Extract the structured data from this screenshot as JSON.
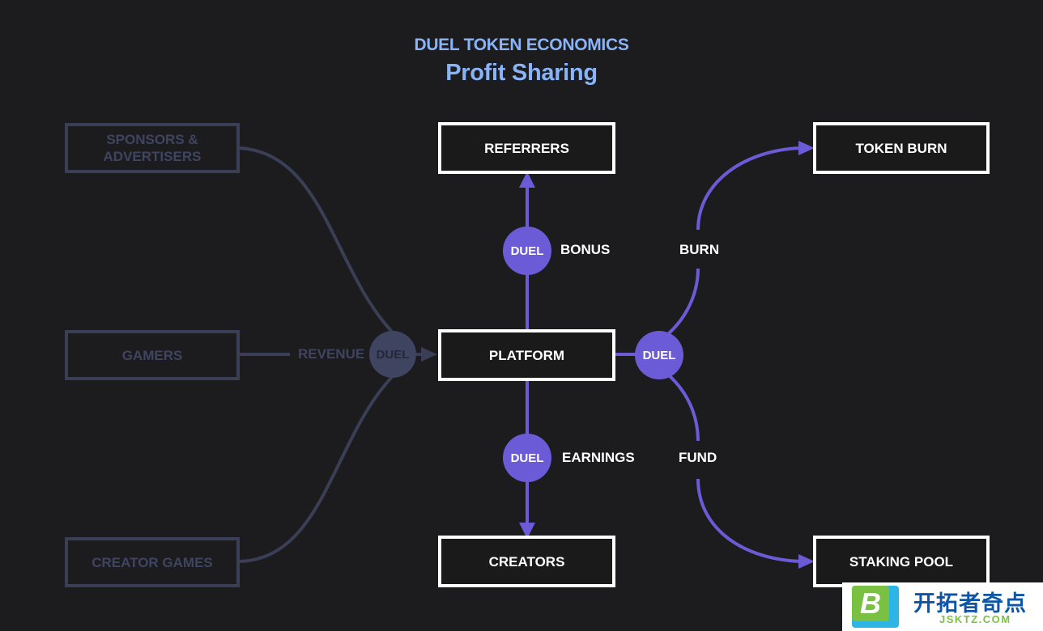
{
  "header": {
    "subtitle": "DUEL TOKEN ECONOMICS",
    "title": "Profit Sharing"
  },
  "sources": {
    "sponsors": "SPONSORS & ADVERTISERS",
    "gamers": "GAMERS",
    "creator_games": "CREATOR GAMES"
  },
  "nodes": {
    "referrers": "REFERRERS",
    "platform": "PLATFORM",
    "creators": "CREATORS",
    "token_burn": "TOKEN BURN",
    "staking_pool": "STAKING POOL"
  },
  "token_label": "DUEL",
  "flow_labels": {
    "revenue": "REVENUE",
    "bonus": "BONUS",
    "earnings": "EARNINGS",
    "burn": "BURN",
    "fund": "FUND"
  },
  "colors": {
    "background": "#1c1c1e",
    "accent": "#6b5bd6",
    "dim": "#3b3f55",
    "heading": "#8ab4f8"
  },
  "watermark": {
    "logo_letter": "B",
    "title": "开拓者奇点",
    "url": "JSKTZ.COM"
  }
}
